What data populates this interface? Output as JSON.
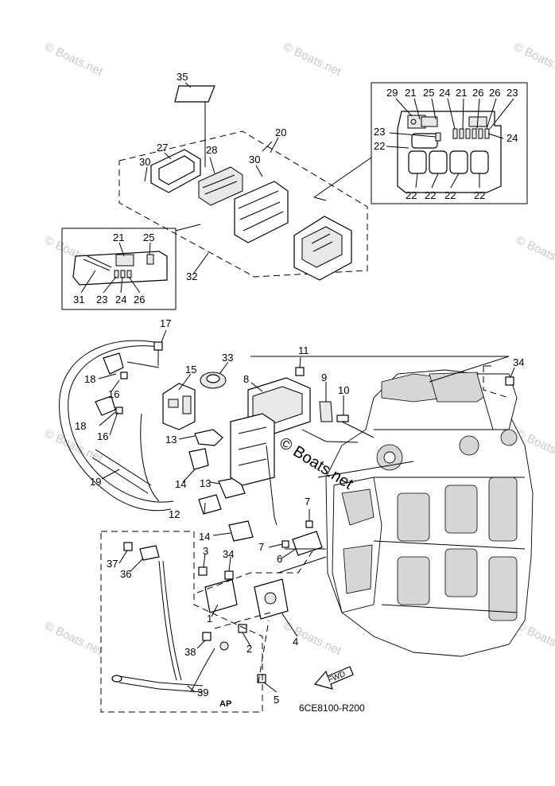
{
  "watermark": "© Boats.net",
  "drawing_code": "6CE8100-R200",
  "fwd_label": "FWD",
  "ap_label": "AP",
  "callouts": {
    "c1": "1",
    "c2": "2",
    "c3": "3",
    "c4": "4",
    "c5": "5",
    "c6": "6",
    "c7a": "7",
    "c7b": "7",
    "c8": "8",
    "c9": "9",
    "c10": "10",
    "c11": "11",
    "c12": "12",
    "c13a": "13",
    "c13b": "13",
    "c14a": "14",
    "c14b": "14",
    "c15": "15",
    "c16a": "16",
    "c16b": "16",
    "c17": "17",
    "c18a": "18",
    "c18b": "18",
    "c19": "19",
    "c20": "20",
    "c21": "21",
    "c23": "23",
    "c24": "24",
    "c25": "25",
    "c26": "26",
    "c27": "27",
    "c28": "28",
    "c30a": "30",
    "c30b": "30",
    "c31": "31",
    "c32": "32",
    "c33": "33",
    "c34a": "34",
    "c34b": "34",
    "c35": "35",
    "c36": "36",
    "c37": "37",
    "c38": "38",
    "c39": "39"
  },
  "inset_top_right": {
    "top_row": [
      "29",
      "21",
      "25",
      "24",
      "21",
      "26",
      "26",
      "23"
    ],
    "left_23": "23",
    "left_22": "22",
    "right_24": "24",
    "bottom_row": [
      "22",
      "22",
      "22",
      "22"
    ]
  }
}
